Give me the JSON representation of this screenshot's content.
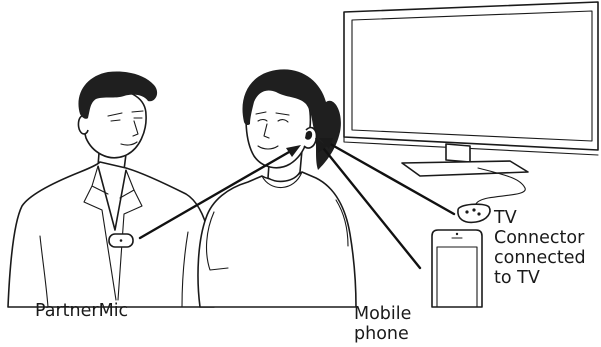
{
  "labels": {
    "partner_mic": "PartnerMic",
    "mobile_line1": "Mobile",
    "mobile_line2": "phone",
    "tv_line1": "TV",
    "tv_line2": "Connector",
    "tv_line3": "connected",
    "tv_line4": "to TV"
  },
  "colors": {
    "line": "#1a1a1a",
    "background": "#ffffff",
    "hair": "#1f1f1f"
  }
}
